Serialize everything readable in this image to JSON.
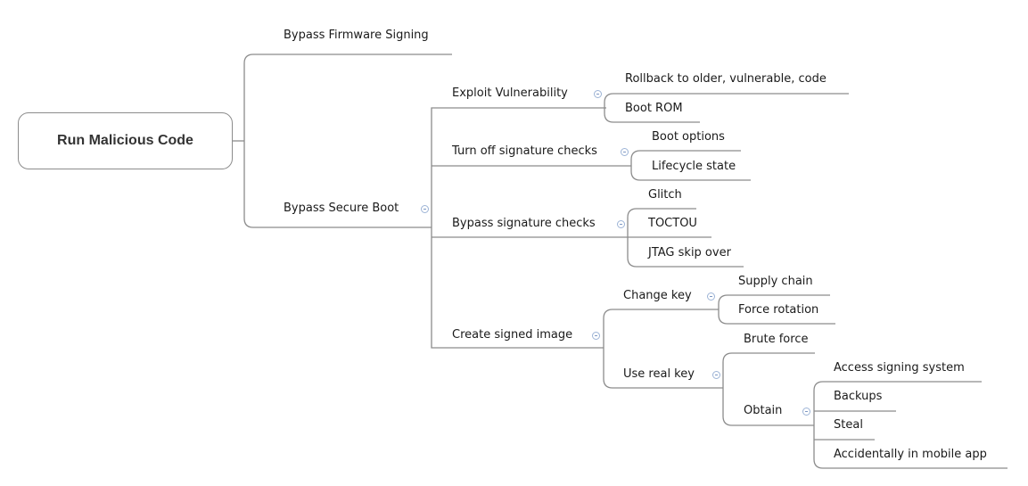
{
  "diagram": {
    "root": "Run Malicious Code",
    "nodes": {
      "bypass_firmware_signing": "Bypass Firmware Signing",
      "bypass_secure_boot": "Bypass Secure Boot",
      "exploit_vulnerability": "Exploit Vulnerability",
      "rollback": "Rollback to older, vulnerable, code",
      "boot_rom": "Boot ROM",
      "turn_off_signature_checks": "Turn off signature checks",
      "boot_options": "Boot options",
      "lifecycle_state": "Lifecycle state",
      "bypass_signature_checks": "Bypass signature checks",
      "glitch": "Glitch",
      "toctou": "TOCTOU",
      "jtag_skip_over": "JTAG skip over",
      "create_signed_image": "Create signed image",
      "change_key": "Change key",
      "supply_chain": "Supply chain",
      "force_rotation": "Force rotation",
      "use_real_key": "Use real key",
      "brute_force": "Brute force",
      "obtain": "Obtain",
      "access_signing_system": "Access signing system",
      "backups": "Backups",
      "steal": "Steal",
      "accidentally_in_mobile_app": "Accidentally in mobile app"
    }
  },
  "colors": {
    "connector": "#8c8c8c",
    "collapse_ring": "#9db4d6"
  }
}
